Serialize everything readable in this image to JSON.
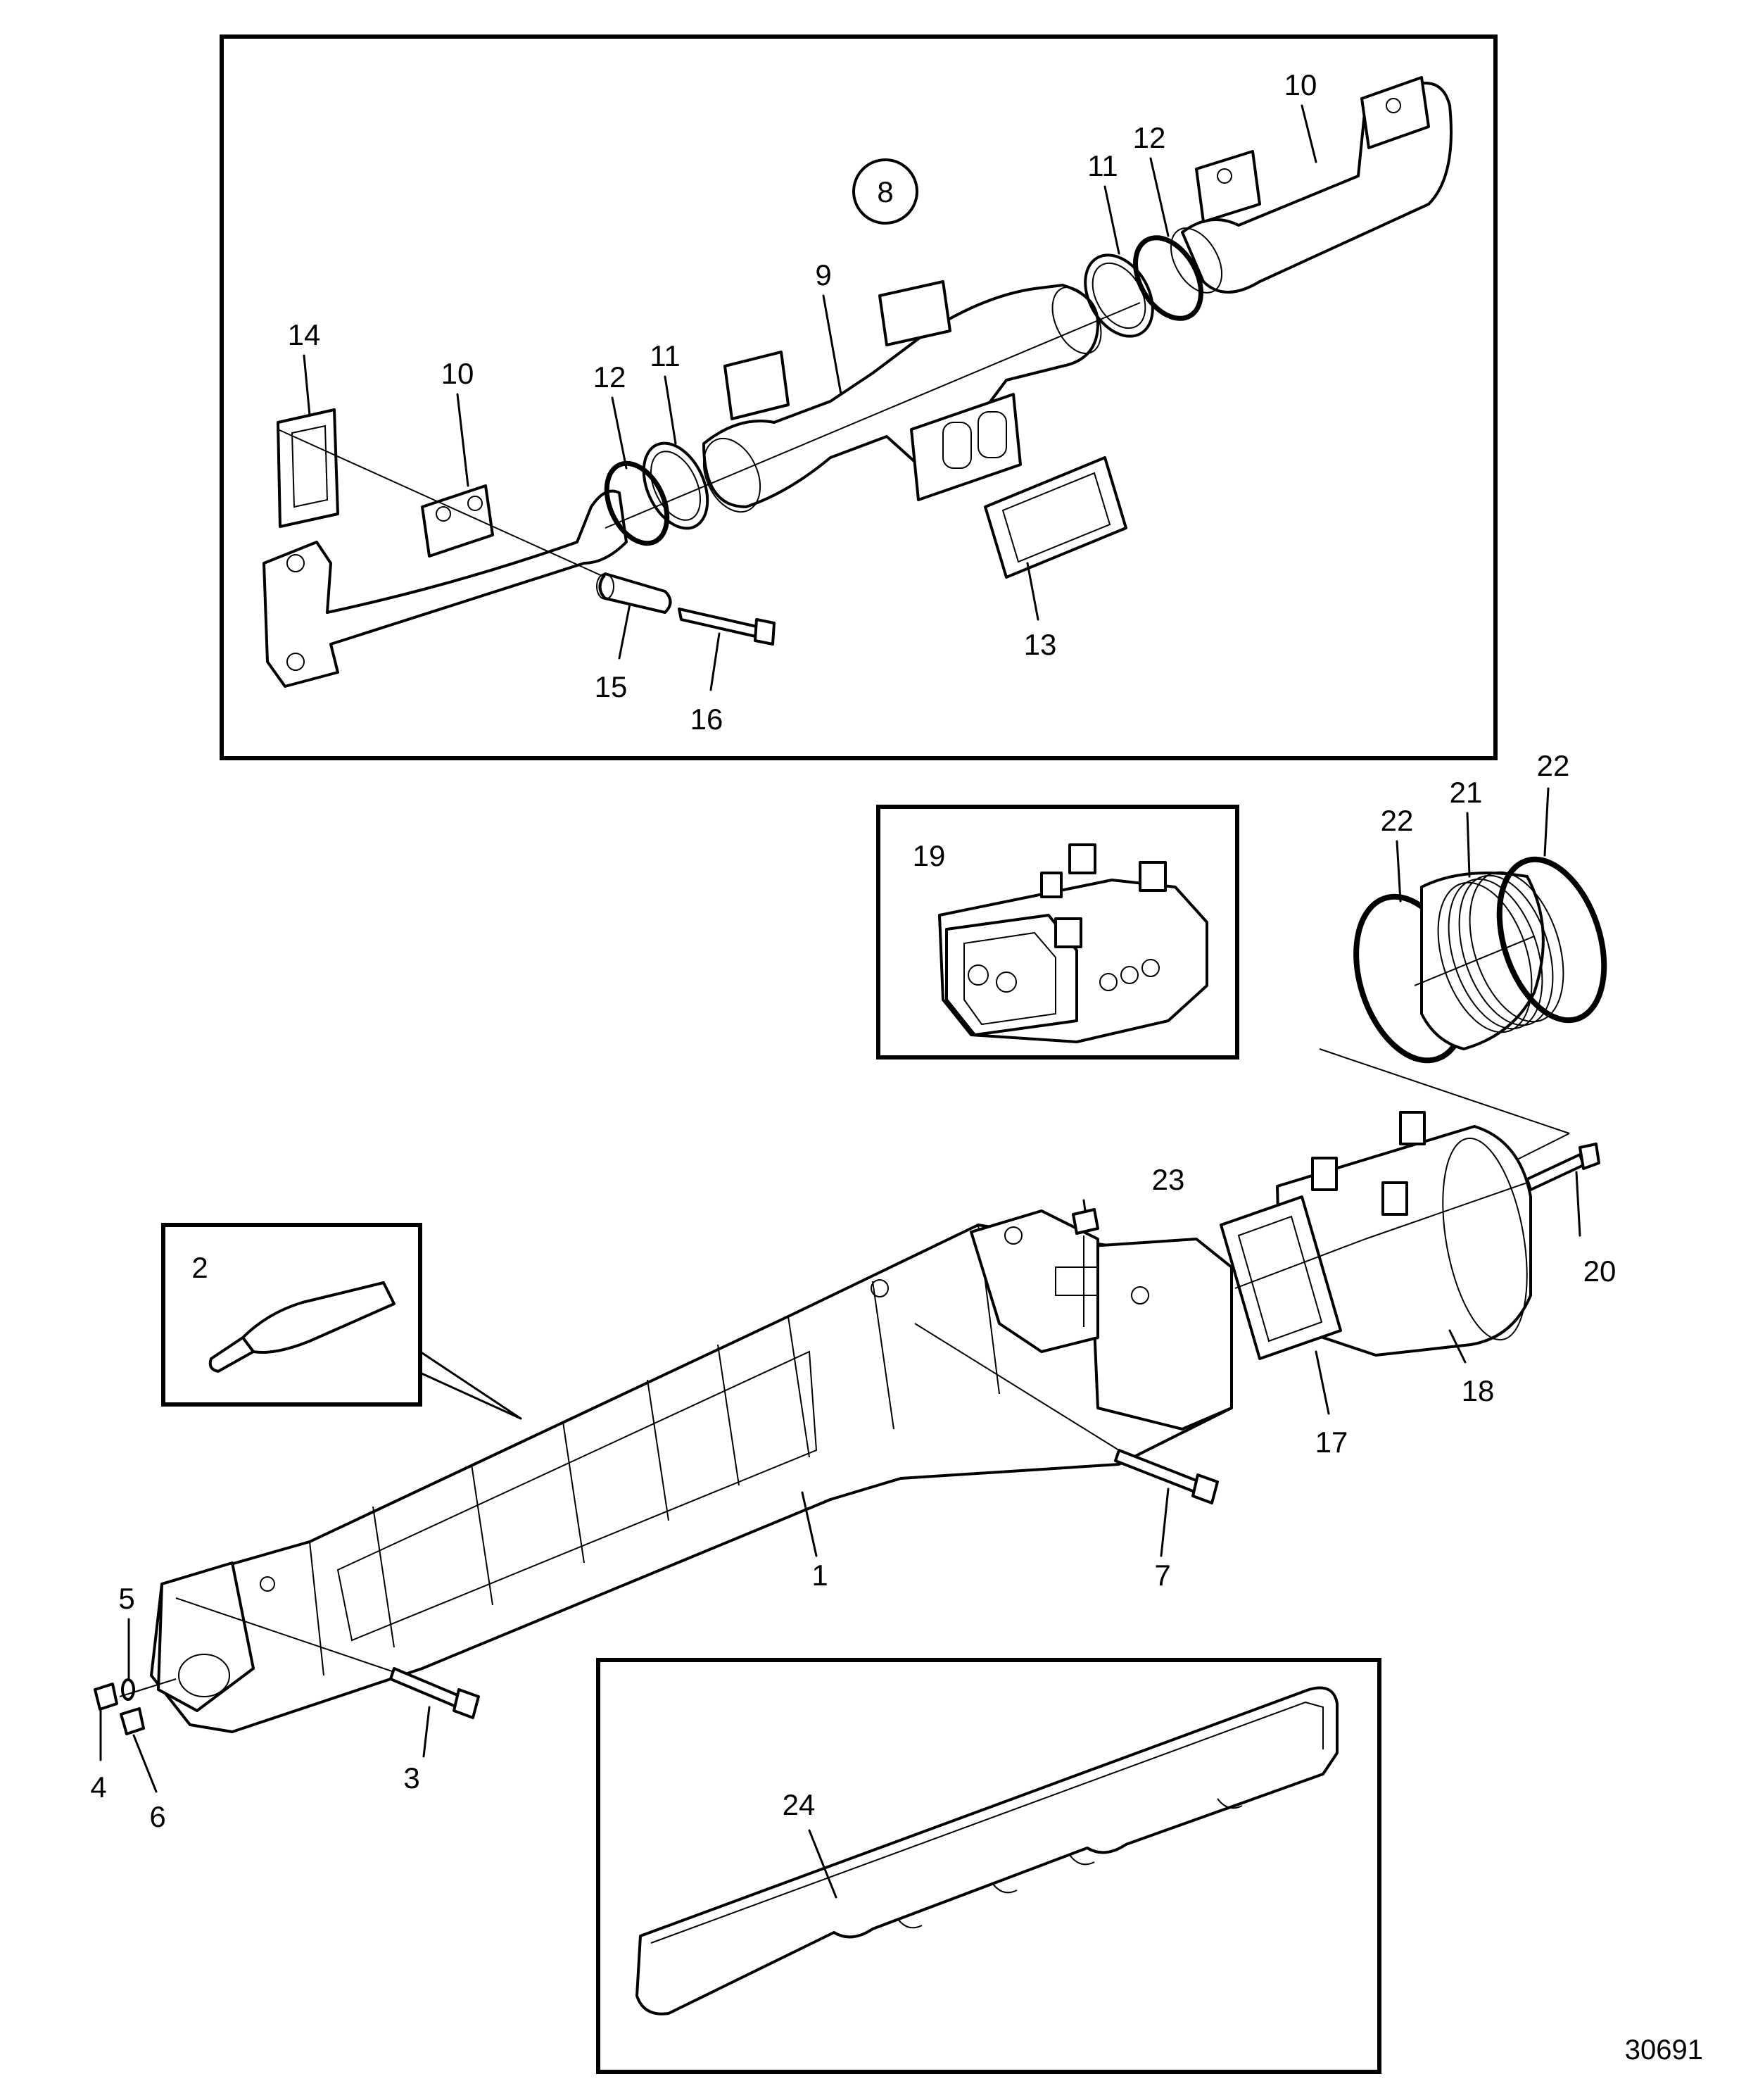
{
  "figure": {
    "number": "30691"
  },
  "callouts": {
    "c1": "1",
    "c2": "2",
    "c3": "3",
    "c4": "4",
    "c5": "5",
    "c6": "6",
    "c7": "7",
    "c8": "8",
    "c9": "9",
    "c10a": "10",
    "c10b": "10",
    "c11a": "11",
    "c11b": "11",
    "c12a": "12",
    "c12b": "12",
    "c13": "13",
    "c14": "14",
    "c15": "15",
    "c16": "16",
    "c17": "17",
    "c18": "18",
    "c19": "19",
    "c20": "20",
    "c21": "21",
    "c22a": "22",
    "c22b": "22",
    "c23": "23",
    "c24": "24"
  }
}
